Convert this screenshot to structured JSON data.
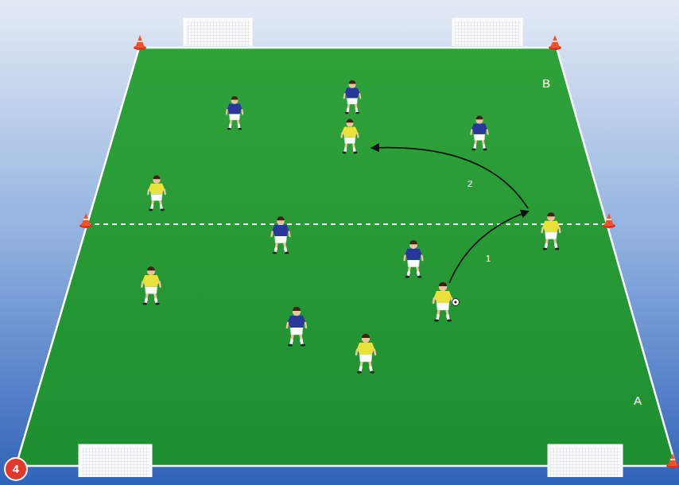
{
  "diagram": {
    "nodes": [
      {
        "text": [
          "4"
        ]
      }
    ],
    "labels": [
      "B",
      "2",
      "1",
      "A"
    ]
  }
}
